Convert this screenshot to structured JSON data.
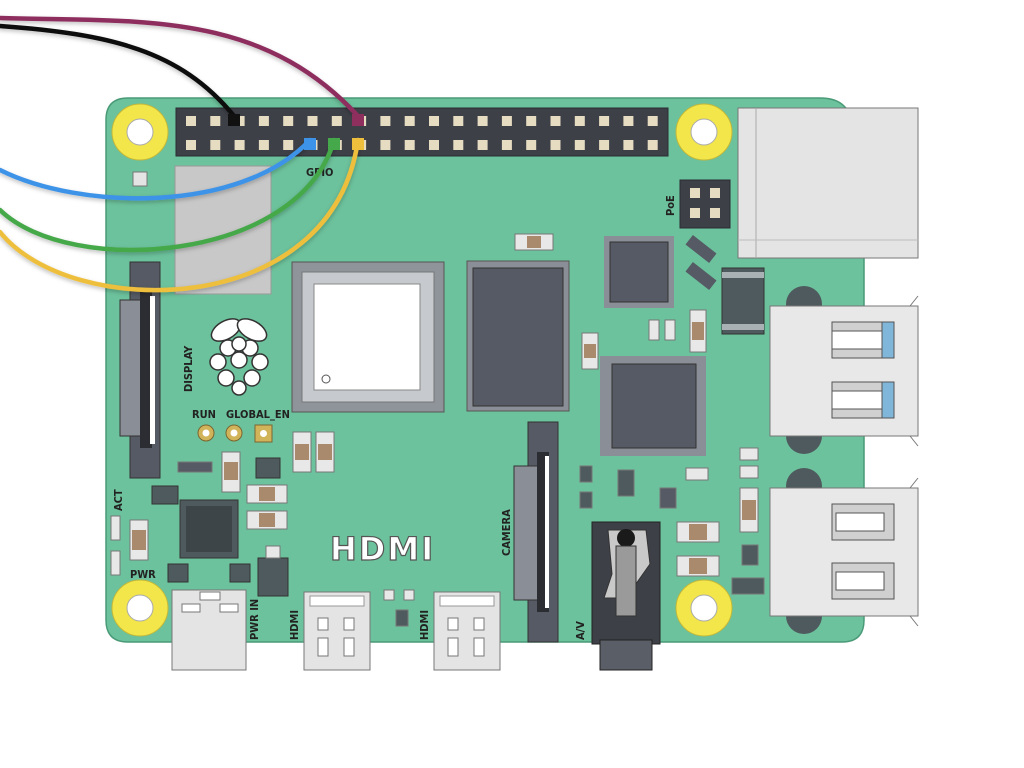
{
  "board": {
    "labels": {
      "gpio": "GPIO",
      "poe": "PoE",
      "display": "DISPLAY",
      "run": "RUN",
      "global_en": "GLOBAL_EN",
      "act": "ACT",
      "pwr": "PWR",
      "pwr_in": "PWR IN",
      "hdmi_left": "HDMI",
      "hdmi_right": "HDMI",
      "camera": "CAMERA",
      "av": "A/V",
      "hdmi_logo": "HDMI"
    },
    "colors": {
      "pcb": "#6cc29c",
      "pcb_border": "#4a9a77",
      "mount_hole": "#f2e64a",
      "header": "#3e4048",
      "pin": "#e6dcc2",
      "chip": "#555a64"
    }
  },
  "wires": [
    {
      "name": "maroon-wire",
      "color": "#8e2f5e"
    },
    {
      "name": "black-wire",
      "color": "#111111"
    },
    {
      "name": "blue-wire",
      "color": "#3d93e8"
    },
    {
      "name": "green-wire",
      "color": "#45a84a"
    },
    {
      "name": "yellow-wire",
      "color": "#edbf3c"
    }
  ]
}
